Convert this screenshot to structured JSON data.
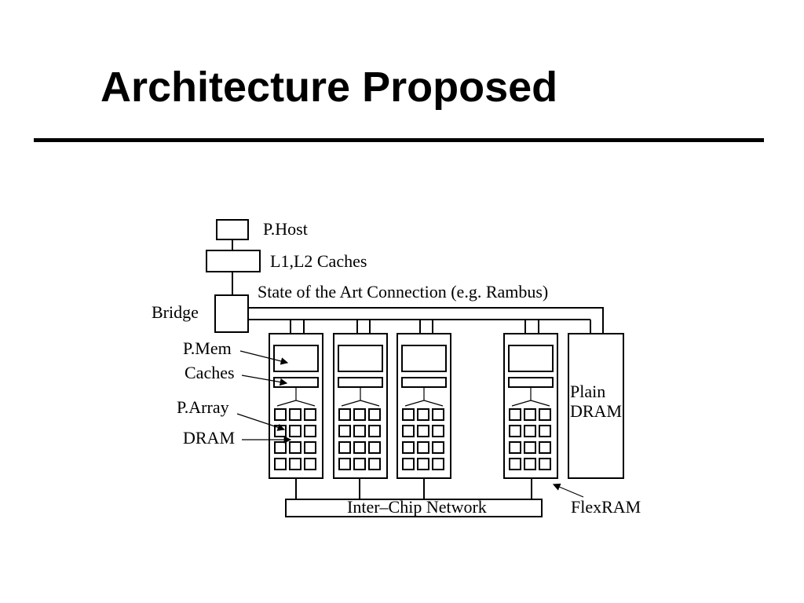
{
  "slide": {
    "title": "Architecture Proposed"
  },
  "diagram": {
    "labels": {
      "p_host": "P.Host",
      "caches_l1l2": "L1,L2 Caches",
      "connection": "State of the Art Connection (e.g. Rambus)",
      "bridge": "Bridge",
      "p_mem": "P.Mem",
      "caches": "Caches",
      "p_array": "P.Array",
      "dram": "DRAM",
      "plain_line1": "Plain",
      "plain_line2": "DRAM",
      "inter_chip_network": "Inter–Chip Network",
      "flexram": "FlexRAM"
    }
  }
}
